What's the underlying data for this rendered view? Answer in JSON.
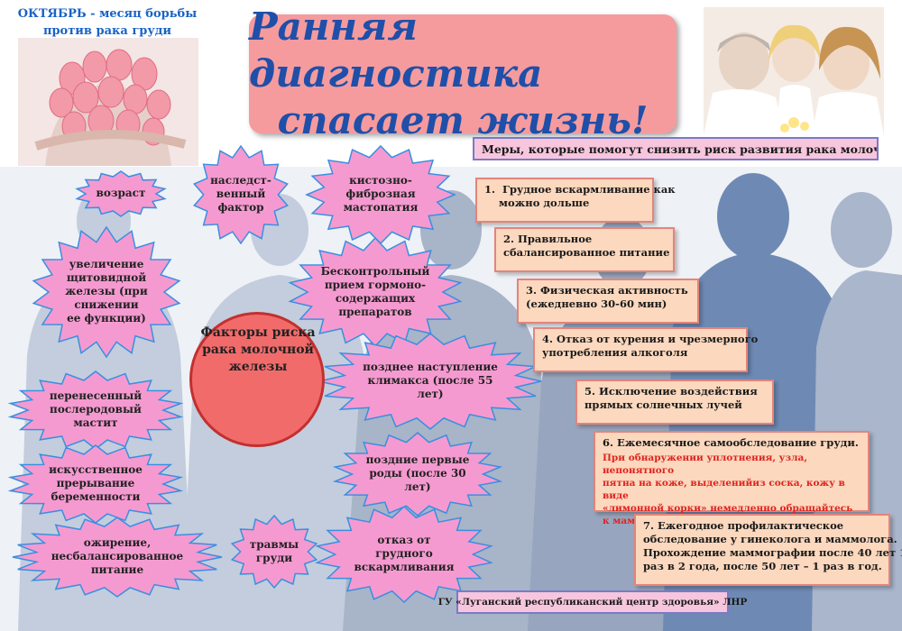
{
  "header": {
    "october_line1": "ОКТЯБРЬ -  месяц борьбы",
    "october_line2": "против рака груди",
    "title_line1": "Ранняя диагностика",
    "title_line2": "спасает жизнь!"
  },
  "measures_header": "Меры, которые помогут снизить риск развития рака молочной",
  "center": {
    "line1": "Факторы риска",
    "line2": "рака молочной",
    "line3": "железы"
  },
  "risk_factors": [
    {
      "lines": [
        "возраст"
      ]
    },
    {
      "lines": [
        "наследст-",
        "венный",
        "фактор"
      ]
    },
    {
      "lines": [
        "кистозно-",
        "фиброзная",
        "мастопатия"
      ]
    },
    {
      "lines": [
        "увеличение",
        "щитовидной",
        "железы (при",
        "снижении",
        "ее функции)"
      ]
    },
    {
      "lines": [
        "Бесконтрольный",
        "прием гормоно-",
        "содержащих",
        "препаратов"
      ]
    },
    {
      "lines": [
        "позднее наступление",
        "климакса (после 55",
        "лет)"
      ]
    },
    {
      "lines": [
        "перенесенный",
        "послеродовый",
        "мастит"
      ]
    },
    {
      "lines": [
        "искусственное",
        "прерывание",
        "беременности"
      ]
    },
    {
      "lines": [
        "поздние первые",
        "роды (после 30",
        "лет)"
      ]
    },
    {
      "lines": [
        "ожирение,",
        "несбалансированное",
        "питание"
      ]
    },
    {
      "lines": [
        "травмы",
        "груди"
      ]
    },
    {
      "lines": [
        "отказ от",
        "грудного",
        "вскармливания"
      ]
    }
  ],
  "measures": [
    {
      "lines": [
        "1.  Грудное вскармливание как",
        "    можно дольше"
      ]
    },
    {
      "lines": [
        "2. Правильное",
        "сбалансированное питание"
      ]
    },
    {
      "lines": [
        "3. Физическая активность",
        "(ежедневно 30-60 мин)"
      ]
    },
    {
      "lines": [
        "4. Отказ от курения и чрезмерного",
        "употребления алкоголя"
      ]
    },
    {
      "lines": [
        "5. Исключение воздействия",
        "прямых солнечных лучей"
      ]
    },
    {
      "lines": [
        "6. Ежемесячное самообследование груди."
      ],
      "note": [
        "При обнаружении уплотнения, узла, непонятного",
        "пятна на коже, выделенийиз соска, кожу в виде",
        "«лимонной корки» немедленно обращайтесь",
        "к маммологу."
      ]
    },
    {
      "lines": [
        "7. Ежегодное профилактическое",
        "обследование у гинеколога и маммолога.",
        "Прохождение маммографии после 40 лет 1",
        "раз в 2 года, после 50 лет – 1 раз в год."
      ]
    }
  ],
  "footer": "ГУ «Луганский республиканский центр здоровья» ЛНР",
  "colors": {
    "title_box": "#f59b9e",
    "title_text": "#1f4fa8",
    "star_fill": "#f59ad0",
    "star_stroke": "#3a8fe0",
    "center_circle": "#f26b6b",
    "measure_box": "#fbd8be",
    "measure_border": "#e3847b",
    "warning_text": "#e0231e"
  }
}
